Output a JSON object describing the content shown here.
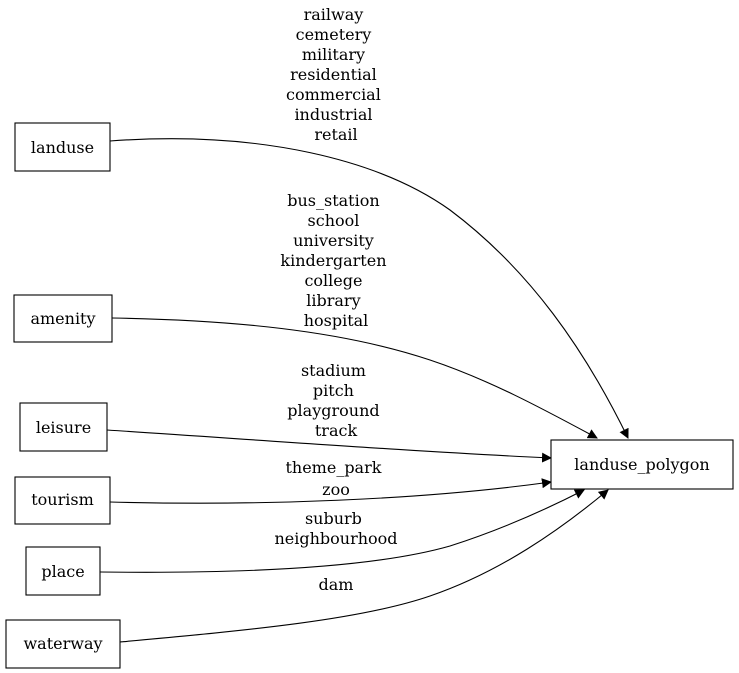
{
  "diagram": {
    "target": {
      "id": "landuse_polygon",
      "label": "landuse_polygon"
    },
    "sources": [
      {
        "id": "landuse",
        "label": "landuse",
        "edge_labels": [
          "railway",
          "cemetery",
          "military",
          "residential",
          "commercial",
          "industrial",
          "retail"
        ]
      },
      {
        "id": "amenity",
        "label": "amenity",
        "edge_labels": [
          "bus_station",
          "school",
          "university",
          "kindergarten",
          "college",
          "library",
          "hospital"
        ]
      },
      {
        "id": "leisure",
        "label": "leisure",
        "edge_labels": [
          "stadium",
          "pitch",
          "playground",
          "track"
        ]
      },
      {
        "id": "tourism",
        "label": "tourism",
        "edge_labels": [
          "theme_park",
          "zoo"
        ]
      },
      {
        "id": "place",
        "label": "place",
        "edge_labels": [
          "suburb",
          "neighbourhood"
        ]
      },
      {
        "id": "waterway",
        "label": "waterway",
        "edge_labels": [
          "dam"
        ]
      }
    ],
    "colors": {
      "stroke": "#000000",
      "text": "#000000",
      "background": "#ffffff"
    }
  }
}
